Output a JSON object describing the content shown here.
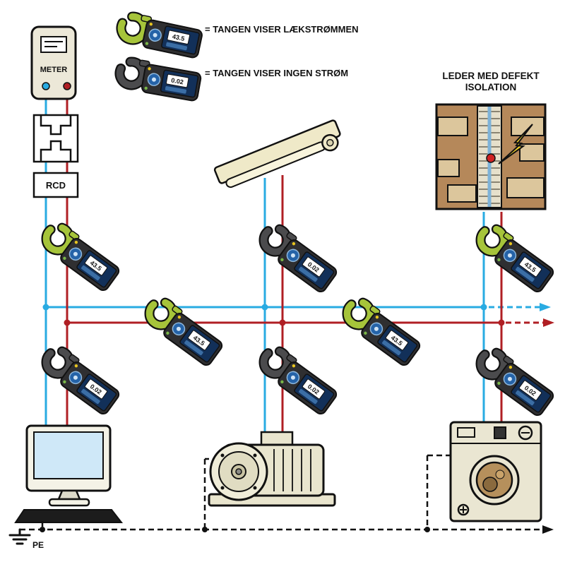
{
  "legend": {
    "items": [
      {
        "type": "leakage",
        "reading": "43.5",
        "label": "= TANGEN VISER LÆKSTRØMMEN"
      },
      {
        "type": "no_current",
        "reading": "0.02",
        "label": "= TANGEN VISER INGEN STRØM"
      }
    ]
  },
  "supply": {
    "meter_label": "METER",
    "rcd_label": "RCD"
  },
  "earth": {
    "pe_label": "PE"
  },
  "wall_caption": {
    "line1": "LEDER MED DEFEKT",
    "line2": "ISOLATION"
  },
  "clamps": [
    {
      "location": "main-feed-above-bus",
      "type": "leakage",
      "reading": "43.5"
    },
    {
      "location": "main-feed-below-bus",
      "type": "no_current",
      "reading": "0.02"
    },
    {
      "location": "bus-left-segment",
      "type": "leakage",
      "reading": "43.5"
    },
    {
      "location": "lamp-branch",
      "type": "no_current",
      "reading": "0.02"
    },
    {
      "location": "bus-right-segment",
      "type": "leakage",
      "reading": "43.5"
    },
    {
      "location": "motor-branch",
      "type": "no_current",
      "reading": "0.02"
    },
    {
      "location": "defect-conductor-branch",
      "type": "leakage",
      "reading": "43.5"
    },
    {
      "location": "washing-machine-branch",
      "type": "no_current",
      "reading": "0.02"
    }
  ],
  "colors": {
    "wire_live": "#b01f24",
    "wire_neutral": "#29abe2",
    "clamp_leak": "#a6c43a",
    "clamp_none": "#4b4b4d",
    "earth_line": "#111111",
    "wall_bg": "#b5885a",
    "brick": "#dcc69c",
    "lightning": "#f6d42a"
  }
}
